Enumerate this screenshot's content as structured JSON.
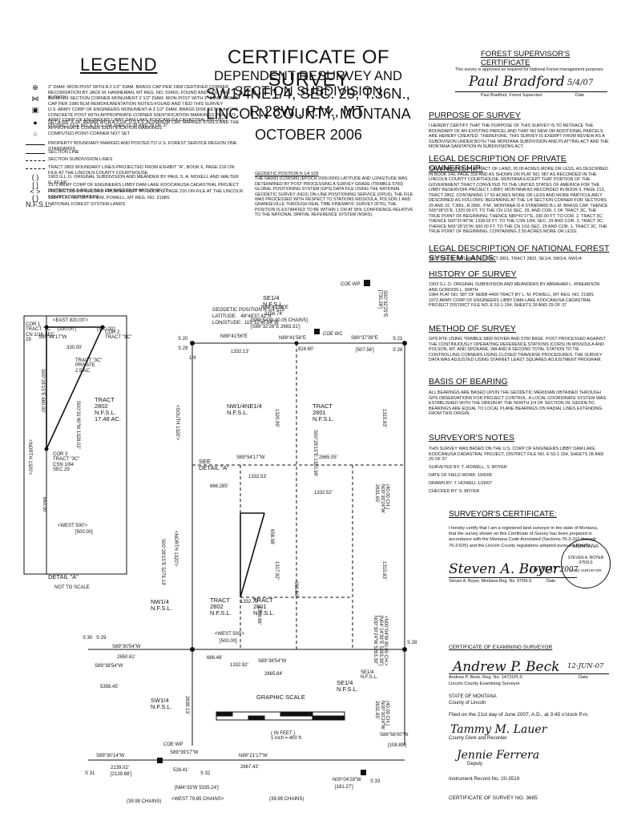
{
  "legend": {
    "title": "LEGEND",
    "items": [
      {
        "icon": "brass-cap-icon",
        "text": "2\" DIAM. IRON POST WITH A 2 1/2\" DIAM. BRASS CAP PER 1968 CERTIFIED CORNER RECORDATION BY JACK M. HANNEMAN, MT REG. NO. 5346S, FOUND AND TIED THIS SURVEY."
      },
      {
        "icon": "blm-monument-icon",
        "text": "B.L.M. 1/4 SECTION CORNER MONUMENT 2 1/2\" DIAM. IRON POST WITH 3\" DIAM. BRASS CAP PER 1980 BLM REMONUMENTATION NOTES-FOUND AND TIED THIS SURVEY"
      },
      {
        "icon": "usace-monument-icon",
        "text": "U.S. ARMY CORP OF ENGINEERS MONUMENT-A 3 1/2\" DIAM. BRASS DISK SET IN A 4\"X4\" CONCRETE POST WITH APPROPRIATE CORNER IDENTIFICATION MARKINGS PER 1972 ARMY CORP OF ENGINEERS LIBBY DAM-LAKE KOOCANUSA CADASTRAL PROJECT DISTRICT FILE NO. E 53-1-154 SHEETS 28 AND 29 OF 37"
      },
      {
        "icon": "rebar-dot-icon",
        "text": "SET A 5/8\" X 24\" REBAR WITH A 3 1/4\" U.S.F.S. ALUMINUM CAP, MARKED 9750LS AND THE APPROPRIATE CORNER IDENTIFICATION MARKINGS"
      },
      {
        "icon": "open-circle-icon",
        "text": "COMPUTED POINT-CORNER NOT SET"
      },
      {
        "icon": "heavy-line-icon",
        "text": "PROPERTY BOUNDARY MARKED AND POSTED TO U.S. FOREST SERVICE REGION ONE STANDARDS"
      },
      {
        "icon": "line-icon",
        "text": "SECTION LINE"
      },
      {
        "icon": "dashed-line-icon",
        "text": "SECTION SUBDIVISION LINES"
      },
      {
        "icon": "long-dash-line-icon",
        "text": "TRACT 2802 BOUNDARY LINES-PROJECTED FROM EXHIBIT \"A\", BOOK 6, PAGE 216 ON FILE AT THE LINCOLN COUNTY COURTHOUSE"
      },
      {
        "icon": "paren-icon",
        "text": "1903 G.L.O. ORIGINAL SUBDIVISION AND MEANDER BY PAUL S. A. MOXELL AND WALTER G. FILER"
      },
      {
        "icon": "bracket-icon",
        "text": "1972 ARMY CORP OF ENGINEERS LIBBY DAM-LAKE KOOCANUSA CADASTRAL PROJECT DISTRICT FILE NO. E 53-1-154 SHEETS 28 AND 29 OF 37"
      },
      {
        "icon": "angle-bracket-icon",
        "text": "PROJECTED OR RECORD FROM EXHIBIT \"A\", BOOK 6, PAGE 216 ON FILE AT THE LINCOLN COUNTY COURTHOUSE"
      },
      {
        "icon": "brace-icon",
        "text": "1984 PLAT NO. 987 BY L.M. POWELL, MT REG. NO. 2198S"
      },
      {
        "icon": "nfsl-text-icon",
        "text": "NATIONAL FOREST SYSTEM LANDS"
      }
    ],
    "symbols": [
      "⊕",
      "⋈",
      "▣",
      "●",
      "○",
      "",
      "",
      "",
      "",
      "( )",
      "[ ]",
      "< >",
      "{ }",
      "N.F.S.L."
    ]
  },
  "title": {
    "line1": "CERTIFICATE OF SURVEY",
    "line2": "DEPENDENT RESURVEY AND SECTION SUBDIVISION",
    "line3": "SW1/4NE1/4, SEC. 29, T.36N., R.28W., P.M., MT.",
    "line4": "LINCOLN COUNTY, MONTANA",
    "line5": "OCTOBER 2006"
  },
  "geodetic_note": {
    "heading": "GEODETIC POSITION N 1/4 S29",
    "text": "THE NAD83 (CORS96) (EPOCH 2000.0000) LATITUDE AND LONGITUDE WAS DETERMINED BY POST PROCESSING A SURVEY GRADE (TRIMBLE 5700) GLOBAL POSITIONING SYSTEM (GPS) DATA FILE USING THE NATIONAL GEODETIC SURVEY (NGS) ON-LINE POSITIONING SERVICE (OPUS). THE FILE WAS PROCESSED WITH RESPECT TO STATIONS MISSOULA, POLSON 1 AND GRANGEVILLE THROUGH REAL TIME KINEMATIC SURVEY (RTK), THE POSITION IS ESTIMATED TO BE WITHIN 1 CM AT 95% CONFIDENCE RELATIVE TO THE NATIONAL SPATIAL REFERENCE SYSTEM (NSRS)."
  },
  "forest_supervisor": {
    "title": "FOREST SUPERVISOR'S CERTIFICATE",
    "text": "This survey is approved as required for National Forest management purposes",
    "signature": "Paul Bradford",
    "date_value": "5/4/07",
    "name_label": "Paul Bradford, Forest Supervisor",
    "date_label": "Date"
  },
  "purpose": {
    "heading": "PURPOSE OF SURVEY",
    "text": "I HEREBY CERTIFY THAT THE PURPOSE OF THIS SURVEY IS TO RETRACE THE BOUNDARY OF AN EXISTING PARCEL AND THAT NO NEW OR ADDITIONAL PARCELS ARE HEREBY CREATED. THEREFORE, THIS SURVEY IS EXEMPT FROM REVIEW AS A SUBDIVISION UNDER BOTH THE MONTANA SUBDIVISION AND PLATTING ACT AND THE MONTANA SANITATION IN SUBDIVISIONS ACT."
  },
  "private_ownership": {
    "heading": "LEGAL DESCRIPTION OF PRIVATE OWNERSHIP:",
    "text": "THE REMAINDER OF A TRACT OF LAND, 20.00 ACRES MORE OR LESS, AS DESCRIBED IN BOOK 140, PAGE 318 AND AS SHOWN ON PLAT NO. 987 AS RECORDED IN THE LINCOLN COUNTY COURTHOUSE, MONTANA EXCEPT THAT PORTION OF THE GOVERNMENT TRACT CONVEYED TO THE UNITED STATES OF AMERICA FOR THE LIBBY RESERVOIR PROJECT, LIBBY, MONTANA AS RECORDED IN BOOK 6, PAGE 213, TRACT 2802, CONTAINING 17.50 ACRES MORE OR LESS AND MORE PARTICULARLY DESCRIBED AS FOLLOWS: BEGINNING AT THE 1/4 SECTION CORNER FOR SECTIONS 29 AND 32, T.36N., R.28W., P.M., MONTANA IS A STANDARD B.L.M. BRASS CAP, THENCE S00°28'15\"E, 1320.00 FT. TO THE CN 1/16 SEC. 29, AND COR. 1 OF TRACT 3C, THE TRUE POINT OF BEGINNING; THENCE N89°41'17\"E, 330.00 FT. TO COR. 2, TRACT 3C; THENCE S00°31'40\"W, 1328.02 FT. TO THE CSN 1/64, SEC. 29 AND COR. 3, TRACT 3C; THENCE N00°28'15\"W, 660.00 FT. TO THE CN 1/16 SEC. 29 AND COR. 1, TRACT 3C, THE TRUE POINT OF BEGINNING, CONTAINING 2.50 ACRES MORE OR LESS."
  },
  "nfs_lands": {
    "heading": "LEGAL DESCRIPTION OF NATIONAL FOREST SYSTEM LANDS:",
    "text": "SECTION 29: NW1/4NE1/4, TRACT 2801, TRACT 2802, SE1/4, SW1/4, NW1/4"
  },
  "history": {
    "heading": "HISTORY OF SURVEY",
    "text": "1903 G.L.O. ORIGINAL SUBDIVISION AND MEANDERS BY ABRAHAM L. RINEARSON AND GORDON L. SMITH\n1984 PLAT NO. 987 OF NEBB-4409 TRACT BY L. M. POWELL, MT REG. NO. 2198S\n1972 ARMY CORP OF ENGINEERS LIBBY DAM-LAKE KOOCANUSA CADASTRAL PROJECT DISTRICT FILE NO. E 53-1-154, SHEETS 28 AND 29 OF 37"
  },
  "method": {
    "heading": "METHOD OF SURVEY",
    "text": "GPS RTK USING TRIMBLE 5800 ROVER AND 5700 BASE. POST PROCESSED AGAINST THE CONTINUOUSLY OPERATING REFERENCE STATIONS (CORS) IN MISSOULA AND POLSON, MT. AND SPOKANE, WA AND A SECOND TOTAL STATION TO TIE CONTROLLING CORNERS USING CLOSED TRAVERSE PROCEDURES. THE SURVEY DATA WAS ADJUSTED USING STARNET LEAST SQUARES ADJUSTMENT PROGRAM."
  },
  "bearing": {
    "heading": "BASIS OF BEARING",
    "text": "ALL BEARINGS ARE BASED UPON THE GEODETIC MERIDIAN OBTAINED THROUGH GPS OBSERVATIONS FOR PROJECT CONTROL. A LOCAL COORDINATE SYSTEM WAS ESTABLISHED WITH THE ORIGIN AT THE NORTH 1/4 OF SECTION 29. GEODETIC BEARINGS ARE EQUAL TO LOCAL PLANE BEARINGS ON RADIAL LINES EXTENDING FROM THIS ORIGIN."
  },
  "notes": {
    "heading": "SURVEYOR'S NOTES",
    "text": "THIS SURVEY WAS BASED ON THE U.S. CORP OF ENGINEERS LIBBY DAM-LAKE KOOCANUSA CADASTRAL PROJECT, DISTRICT FILE NO. E 53-1-154, SHEETS 28 AND 29 OF 37",
    "surveyed_by": "SURVEYED BY: T. HOWELL, S. BOYER",
    "date_field": "DATE OF FIELD WORK: 10/5/06",
    "drawn_by": "DRAWN BY:   T. HOWELL   1/26/07",
    "checked_by": "CHECKED BY:   S. BOYER"
  },
  "surveyor_cert": {
    "heading": "SURVEYOR'S CERTIFICATE:",
    "text": "I hereby certify that I am a registered land surveyor in the state of Montana, that the survey shown on this Certificate of Survey has been prepared in accordance with the Montana Code Annotated (Sections 76-3-101 through 76-3-625) and the Lincoln County regulations adopted pursuant thereto.",
    "signature": "Steven A. Boyer",
    "sig_date": "16 MAY 2007",
    "name_label": "Steven A. Boyer, Montana Reg. No. 9750LS",
    "date_label": "Date",
    "seal_state": "MONTANA",
    "seal_name": "STEVEN A. BOYER",
    "seal_no": "9750LS",
    "seal_bottom": "LAND SURVEYOR"
  },
  "examining": {
    "heading": "CERTIFICATE OF EXAMINING SURVEYOR",
    "signature": "Andrew P. Beck",
    "date_value": "12-JUN-07",
    "name_label": "Andrew P. Beck, Reg. No. 14731PLS",
    "title_label": "Lincoln County Examining Surveyor",
    "date_label": "Date"
  },
  "recording": {
    "state": "STATE OF MONTANA",
    "county": "County of Lincoln",
    "filed": "Filed on the 21st day of June 2007, A.D., at 3:45 o'clock P.m.",
    "clerk_sig": "Tammy M. Lauer",
    "clerk_label": "County Clerk and Recorder",
    "deputy_sig": "Jennie Ferrera",
    "deputy_label": "Deputy",
    "instrument": "Instrument Record No. 20-3519",
    "survey_no": "CERTIFICATE OF SURVEY NO. 3685"
  },
  "plat": {
    "labels": {
      "se_nfsl": "SE1/4\nN.F.S.L.",
      "nw_ne": "NW1/4NE1/4\nN.F.S.L.",
      "tract2801_top": "TRACT\n2801\nN.F.S.L.",
      "tract2802": "TRACT\n2802\nN.F.S.L.\n17.48 AC.",
      "tract3c": "TRACT \"3C\"\nPRIVATE\n2.5 AC.",
      "nw_nfsl": "NW1/4\nN.F.S.L.",
      "sw_nfsl": "SW1/4\nN.F.S.L.",
      "se_lower": "SE1/4\nN.F.S.L.",
      "tract2802_lower": "TRACT\n2802\nN.F.S.L.",
      "tract2801_lower": "TRACT\n2801\nN.F.S.L.",
      "detail_a": "DETAIL \"A\"",
      "not_to_scale": "NOT TO SCALE",
      "see_detail": "SEE\nDETAIL \"A\"",
      "graphic_scale": "GRAPHIC SCALE",
      "scale_text": "( IN FEET )\n1 inch = 400 ft.",
      "coe_wp_top": "COE WP",
      "coe_wc": "COE WC",
      "coe_wp_bottom": "COE WP",
      "geo_box_heading": "GEODETIC POSITION N 1/4 S29",
      "geo_box_lat": "LATITUDE:   48°48'37.42\"N",
      "geo_box_lon": "LONGITUDE:  115°12'40.64\"W",
      "b_top": "[S89°54'W 40.05 CHAINS]",
      "b_top2": "[S89°32'26\"E 2663.31']",
      "b_n89_1": "N89°41'56\"E",
      "b_n89_1d": "1332.13'",
      "b_n89_2": "N89°41'56\"E",
      "b_n89_2d": "824.60'",
      "b_n89_3": "N89°41'56\"E",
      "b_n89_3d": "2156.74'",
      "b_s89_37": "S89°37'39\"E",
      "b_507": "[507.56']",
      "b_east_820": "<EAST 820.00'>",
      "b_330": "[330.00']",
      "b_330b": "[330.00']",
      "b_s89_441": "S89°44'17\"W",
      "b_33000": "330.00'",
      "b_west500": "<WEST 500'>",
      "b_500": "[500.00]",
      "b_s89_47": "S89°54'17\"W",
      "b_2665": "2665.05'",
      "b_1332_53": "1332.53'",
      "b_666": "666.285'",
      "b_1332_52": "1332.52'",
      "b_1332_73": "1332.73'",
      "b_west500_lower": "<WEST 500'>",
      "b_500_lower": "[500.00]",
      "b_s89_30": "S89°30'54\"W",
      "b_2650": "2650.61'",
      "b_s89_54": "S89°38'54\"W",
      "b_5356": "5356.45'",
      "b_666_46": "666.46'",
      "b_1332_92": "1332.92'",
      "b_s89_38": "S89°38'54\"W",
      "b_2665_84": "2665.84'",
      "b_2639": "2639.13'",
      "b_s89_bot": "S89°30'14\"W",
      "b_2139": "2139.02'",
      "b_2139b": "[2139.88']",
      "b_s89_39": "S89°39'17\"W",
      "b_528": "528.41'",
      "b_n89_17": "N89°21'17\"W",
      "b_2667": "2667.43'",
      "b_n84": "[N84°33'W 5335.24']",
      "b_west_chains": "<WEST 79.85 CHAINS>",
      "b_3999": "(39.99 CHAINS)",
      "b_3999b": "(39.99 CHAINS)",
      "b_n00_04": "N00°04'28\"W",
      "b_181": "[181.27']",
      "b_s86": "S86°56'00\"W",
      "b_1089": "[108.89']",
      "b_s00_32": "S00°32'25\"E\n[730.28']",
      "b_1315": "1315.83'",
      "b_n00_30": "(40.00 CH.)\nN00°30'24\"W\n2631.65'",
      "b_1315_lower": "1315.83'",
      "b_n00_30_lower": "(40.00 CH.)\nN00°30'24\"W\n2631.65'",
      "b_n00_04_right": "<N00°04'W 80.00 CH.>\n[N04°14'39\"E 5283.39']\nN00°30'24\"W 5263.30'",
      "b_1320_1": "1320.99'",
      "b_s00_28": "S00°28'15\"E 1320.99'",
      "b_s00_31_left": "S00°31'40\"W 1328.02'",
      "b_s00_28_left": "S00°28'15\"E 660.00'",
      "b_north_1320": "<NORTH 1320'>",
      "b_south_1320": "<SOUTH 1320'>",
      "b_s00_28_5279": "S00°28'15\"E 5279.13'",
      "b_north_1320b": "<NORTH 1320'>",
      "b_660": "660.00'",
      "b_658": "658.58'",
      "b_1317": "1317.92'",
      "b_658b": "658.56'",
      "b_1318": "1318.96'",
      "b_cor1": "COR 1\nTRACT \"3C\"\nCN 1/16 SEC\n29",
      "b_cor2": "COR 2\nTRACT \"3C\"",
      "b_cor3": "COR 3\nTRACT \"3C\"\nCSN 1/64\nSEC 29",
      "b_s20": "S 20",
      "b_s29": "S 29",
      "b_s28": "S 28",
      "b_s21": "S 21",
      "b_quarter": "1/4",
      "b_s30": "S 30",
      "b_s29b": "S 29",
      "b_s28b": "S 28",
      "b_s31": "S 31",
      "b_s32": "S 32",
      "b_s33": "S 33",
      "b_se_n": "SE1/4\nN.F.S.L."
    }
  }
}
